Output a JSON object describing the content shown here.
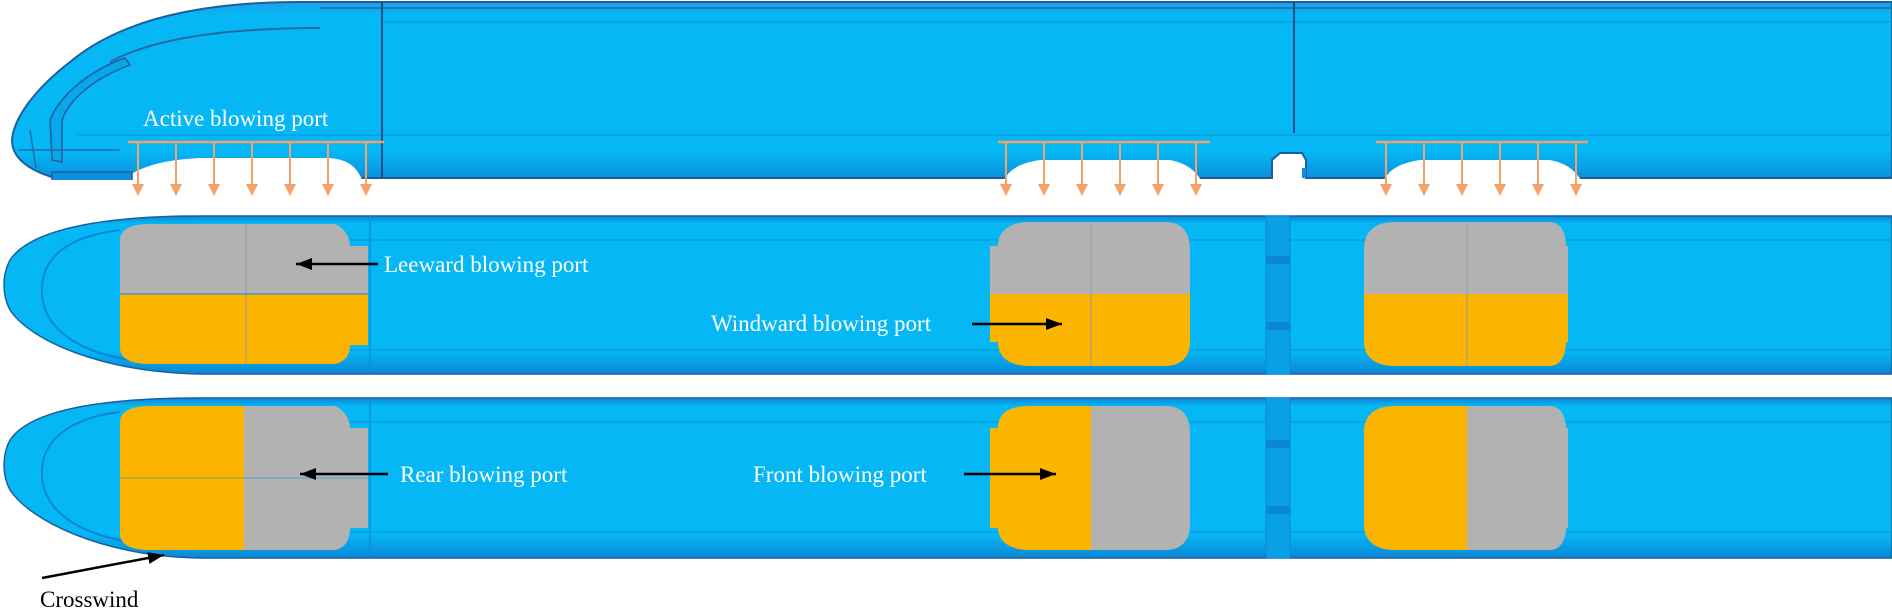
{
  "labels": {
    "active": "Active blowing port",
    "leeward": "Leeward blowing port",
    "windward": "Windward blowing port",
    "rear": "Rear blowing port",
    "front": "Front blowing port",
    "crosswind": "Crosswind"
  },
  "colors": {
    "body": "#05b8f5",
    "body_dark": "#0a86d6",
    "edge": "#1c5f9c",
    "gray_port": "#b2b2b2",
    "orange_port": "#fbb400",
    "blow_arrow": "#f6a06a",
    "label_arrow": "#000000"
  }
}
